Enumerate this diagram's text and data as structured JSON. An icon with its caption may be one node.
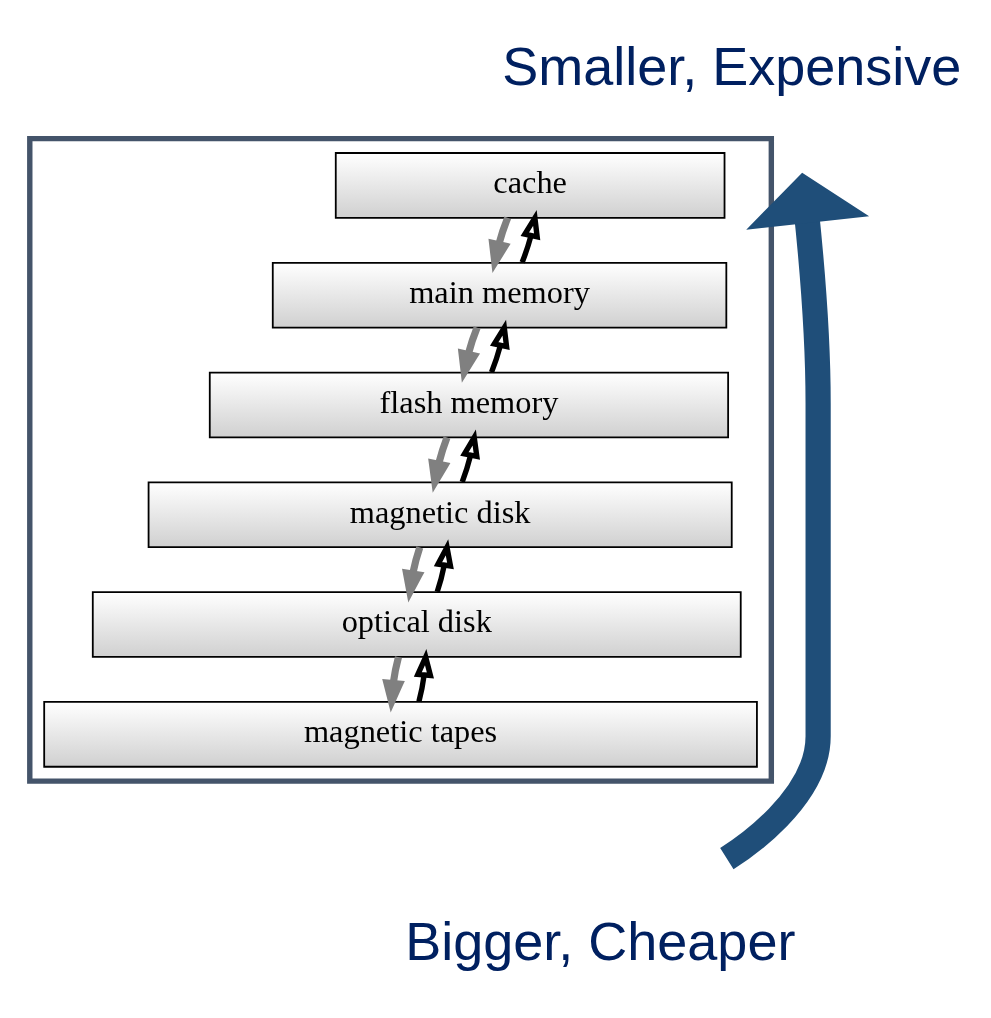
{
  "diagram": {
    "nodes": [
      {
        "text": [],
        "shape": "box"
      },
      {
        "text": [
          "cache"
        ],
        "in": 0
      },
      {
        "text": [
          "main memory"
        ],
        "in": 0
      },
      {
        "text": [
          "flash memory"
        ],
        "in": 0
      },
      {
        "text": [
          "magnetic disk"
        ],
        "in": 0
      },
      {
        "text": [
          "optical disk"
        ],
        "in": 0
      },
      {
        "text": [
          "magnetic tapes"
        ],
        "in": 0
      }
    ],
    "edges": [
      {
        "from": 2,
        "to": 1,
        "arrow": "to"
      },
      {
        "from": 1,
        "to": 2,
        "arrow": "to",
        "color": "#808080"
      },
      {
        "from": 3,
        "to": 2,
        "arrow": "to"
      },
      {
        "from": 2,
        "to": 3,
        "arrow": "to",
        "color": "#808080"
      },
      {
        "from": 4,
        "to": 3,
        "arrow": "to"
      },
      {
        "from": 3,
        "to": 4,
        "arrow": "to",
        "color": "#808080"
      },
      {
        "from": 5,
        "to": 4,
        "arrow": "to"
      },
      {
        "from": 4,
        "to": 5,
        "arrow": "to",
        "color": "#808080"
      },
      {
        "from": 6,
        "to": 5,
        "arrow": "to"
      },
      {
        "from": 5,
        "to": 6,
        "arrow": "to",
        "color": "#808080"
      }
    ],
    "labels": [
      "Smaller, Expensive",
      "Bigger, Cheaper"
    ]
  }
}
